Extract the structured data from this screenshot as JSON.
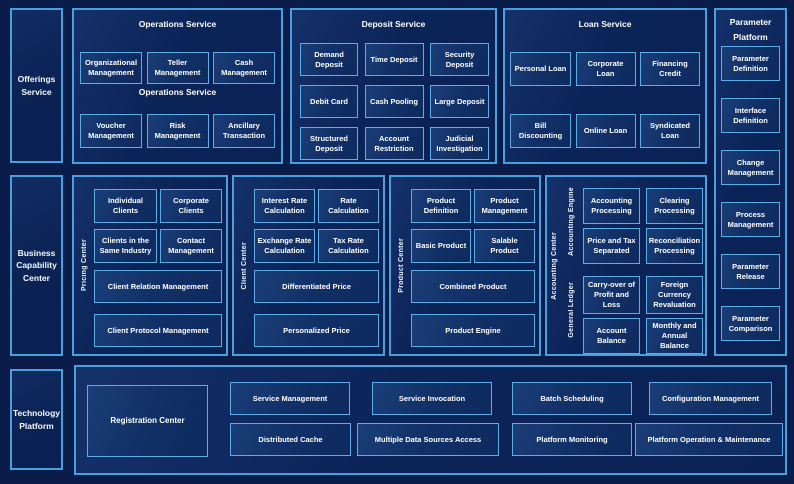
{
  "colors": {
    "page_bg": "#0a1d4a",
    "panel_border": "#4aa0dd",
    "box_border": "#5fade6",
    "box_fill": "#113067",
    "text": "#ffffff"
  },
  "sidebar": {
    "offerings": {
      "label": "Offerings Service"
    },
    "business": {
      "label": "Business Capability Center"
    },
    "technology": {
      "label": "Technology Platform"
    }
  },
  "operations_service": {
    "title": "Operations Service",
    "inner_label": "Operations Service",
    "row1": [
      "Organizational Management",
      "Teller Management",
      "Cash Management"
    ],
    "row2": [
      "Voucher Management",
      "Risk Management",
      "Ancillary Transaction"
    ]
  },
  "deposit_service": {
    "title": "Deposit Service",
    "items": [
      "Demand Deposit",
      "Time Deposit",
      "Security Deposit",
      "Debit Card",
      "Cash Pooling",
      "Large Deposit",
      "Structured Deposit",
      "Account Restriction",
      "Judicial Investigation"
    ]
  },
  "loan_service": {
    "title": "Loan Service",
    "items": [
      "Personal Loan",
      "Corporate Loan",
      "Financing Credit",
      "Bill Discounting",
      "Online Loan",
      "Syndicated Loan"
    ]
  },
  "parameter_platform": {
    "title": "Parameter Platform",
    "items": [
      "Parameter Definition",
      "Interface Definition",
      "Change Management",
      "Process Management",
      "Parameter Release",
      "Parameter Comparison"
    ]
  },
  "pricing_center": {
    "label": "Pricing Center",
    "row1": [
      "Individual Clients",
      "Corporate Clients"
    ],
    "row2": [
      "Clients in the Same Industry",
      "Contact Management"
    ],
    "wide1": "Client Relation Management",
    "wide2": "Client Protocol Management"
  },
  "client_center": {
    "label": "Client Center",
    "row1": [
      "Interest Rate Calculation",
      "Rate Calculation"
    ],
    "row2": [
      "Exchange Rate Calculation",
      "Tax Rate Calculation"
    ],
    "wide1": "Differentiated Price",
    "wide2": "Personalized Price"
  },
  "product_center": {
    "label": "Product Center",
    "row1": [
      "Product Definition",
      "Product Management"
    ],
    "row2": [
      "Basic Product",
      "Salable Product"
    ],
    "wide1": "Combined Product",
    "wide2": "Product Engine"
  },
  "accounting_center": {
    "label": "Accounting Center",
    "engine_label": "Accounting Engine",
    "ledger_label": "General Ledger",
    "engine_items": [
      "Accounting Processing",
      "Clearing Processing",
      "Price and Tax Separated",
      "Reconciliation Processing"
    ],
    "ledger_items": [
      "Carry-over of Profit and Loss",
      "Foreign Currency Revaluation",
      "Account Balance",
      "Monthly and Annual Balance"
    ]
  },
  "technology_platform": {
    "registration": "Registration Center",
    "row1": [
      "Service Management",
      "Service Invocation",
      "Batch Scheduling",
      "Configuration Management"
    ],
    "row2": [
      "Distributed Cache",
      "Multiple Data Sources Access",
      "Platform Monitoring",
      "Platform Operation & Maintenance"
    ]
  }
}
